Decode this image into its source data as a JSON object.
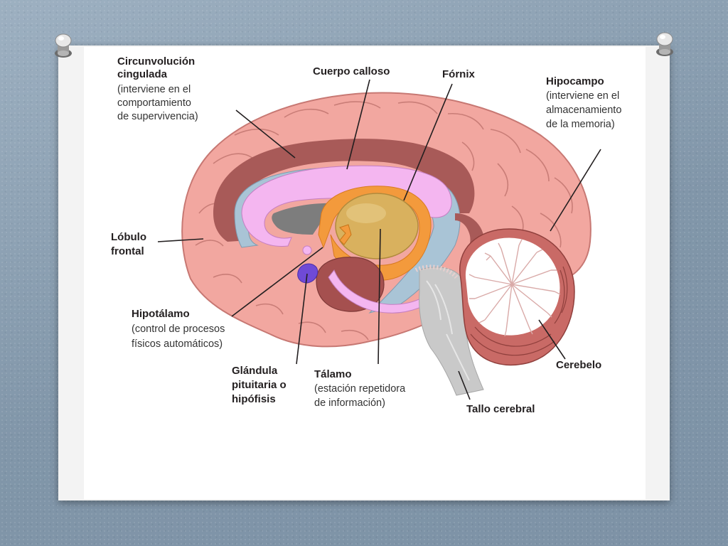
{
  "labels": {
    "cingulate": {
      "title_line1": "Circunvolución",
      "title_line2": "cingulada",
      "desc_line1": "(interviene en el",
      "desc_line2": "comportamiento",
      "desc_line3": "de supervivencia)"
    },
    "corpus_callosum": {
      "title": "Cuerpo calloso"
    },
    "fornix": {
      "title": "Fórnix"
    },
    "hippocampus": {
      "title": "Hipocampo",
      "desc_line1": "(interviene en el",
      "desc_line2": "almacenamiento",
      "desc_line3": "de la memoria)"
    },
    "frontal_lobe": {
      "title_line1": "Lóbulo",
      "title_line2": "frontal"
    },
    "hypothalamus": {
      "title": "Hipotálamo",
      "desc_line1": "(control de procesos",
      "desc_line2": "físicos automáticos)"
    },
    "pituitary": {
      "title_line1": "Glándula",
      "title_line2": "pituitaria o",
      "title_line3": "hipófisis"
    },
    "thalamus": {
      "title": "Tálamo",
      "desc_line1": "(estación repetidora",
      "desc_line2": "de información)"
    },
    "brainstem": {
      "title": "Tallo cerebral"
    },
    "cerebellum": {
      "title": "Cerebelo"
    }
  },
  "colors": {
    "brain_tissue": "#f2a7a0",
    "cortex_dark": "#a85a58",
    "ventricle": "#a9c4d6",
    "corpus_callosum": "#f4b6f0",
    "thalamus": "#d9b15e",
    "fornix": "#f39a3c",
    "pituitary": "#6f4ad6",
    "brainstem": "#c9c9c9",
    "cerebellum": "#c96a66",
    "background": "#8fa3b5"
  }
}
